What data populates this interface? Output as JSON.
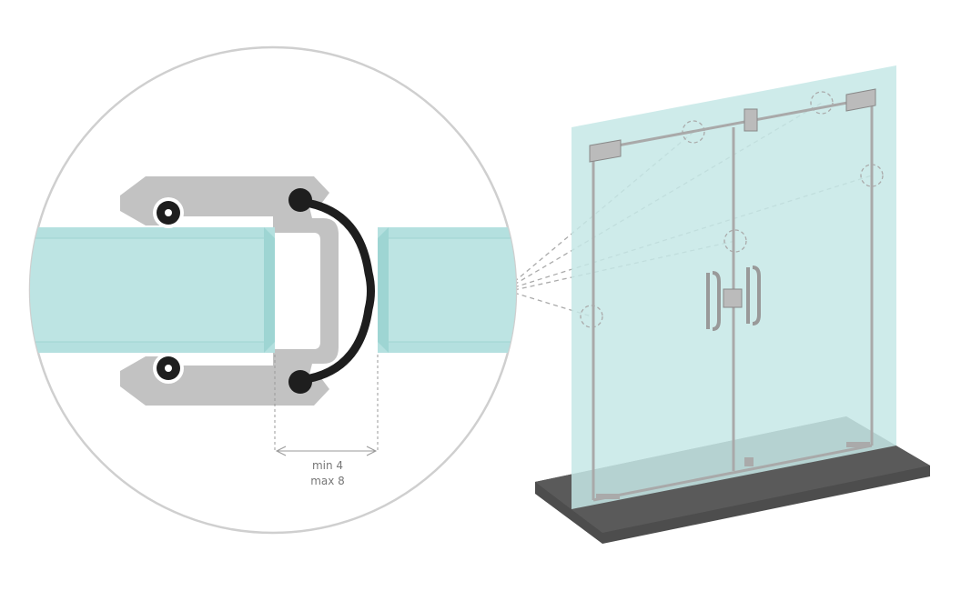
{
  "dimension": {
    "min_label": "min 4",
    "max_label": "max 8",
    "units_min": 4,
    "units_max": 8
  },
  "colors": {
    "glass": "#b4e0df",
    "glass_edge": "#8ccfcc",
    "bracket": "#c0c0c0",
    "seal": "#1e1e1e",
    "floor": "#555555",
    "outline": "#cccccc"
  }
}
